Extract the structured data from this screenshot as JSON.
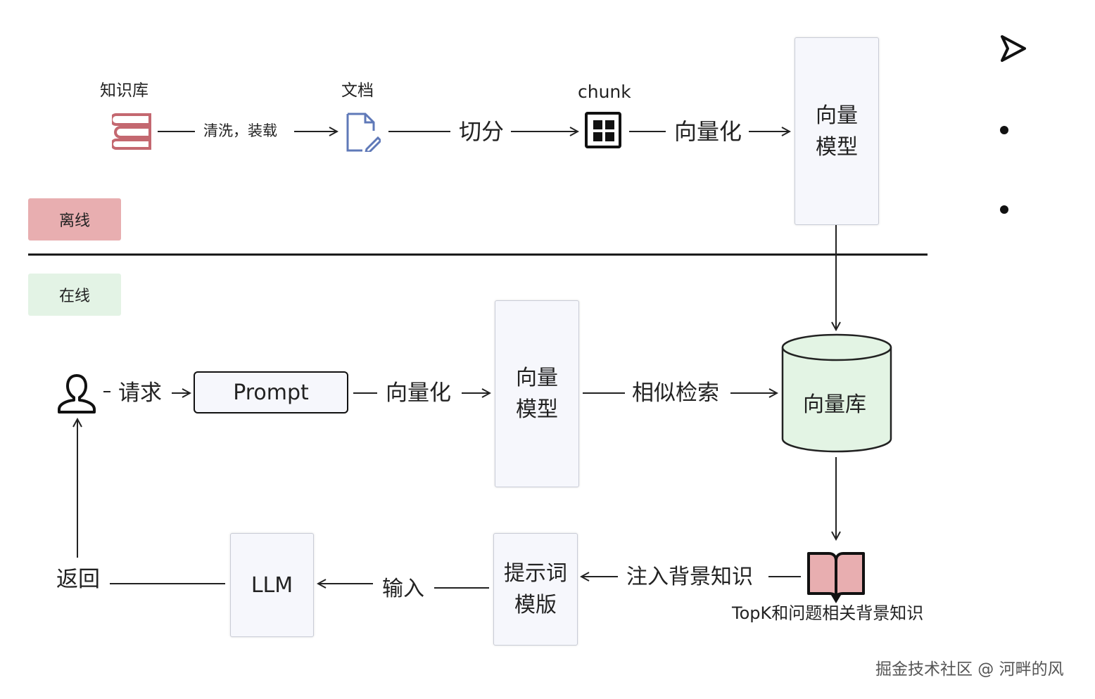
{
  "offline": {
    "section_tag": "离线",
    "kb_label": "知识库",
    "step_clean": "清洗，装载",
    "doc_label": "文档",
    "step_split": "切分",
    "chunk_label": "chunk",
    "step_vectorize": "向量化",
    "model_line1": "向量",
    "model_line2": "模型"
  },
  "online": {
    "section_tag": "在线",
    "step_request": "请求",
    "prompt_label": "Prompt",
    "step_vectorize": "向量化",
    "model_line1": "向量",
    "model_line2": "模型",
    "step_search": "相似检索",
    "vector_db": "向量库",
    "step_inject": "注入背景知识",
    "topk_caption": "TopK和问题相关背景知识",
    "template_line1": "提示词",
    "template_line2": "模版",
    "step_input": "输入",
    "llm_label": "LLM",
    "step_return": "返回"
  },
  "watermark": "掘金技术社区 @ 河畔的风",
  "colors": {
    "offline_tag_bg": "#e8aeb0",
    "online_tag_bg": "#e3f3e5",
    "db_fill": "#e3f4e4",
    "book_fill": "#e8aeb0",
    "kb_icon": "#c46870",
    "doc_icon": "#5f79b8"
  }
}
